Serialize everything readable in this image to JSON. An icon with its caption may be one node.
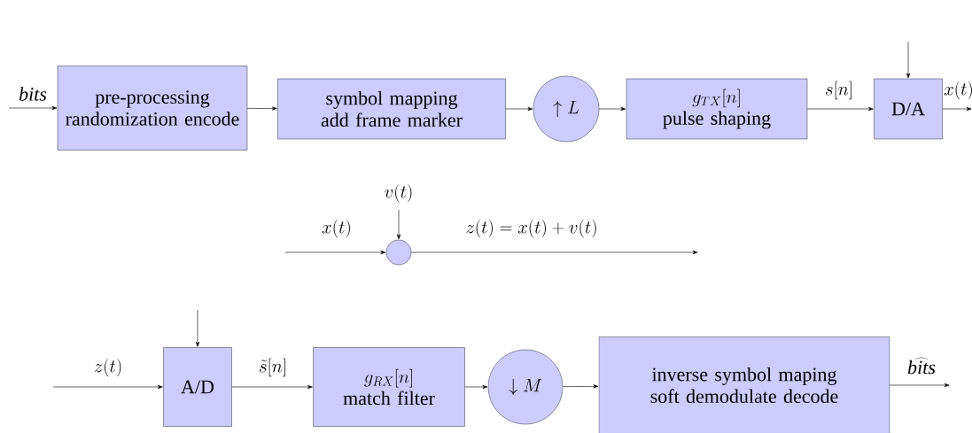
{
  "diagram": {
    "nodes": [
      {
        "text": [
          "pre-processing randomization encode"
        ]
      },
      {
        "text": [
          "symbol mapping add frame marker"
        ]
      },
      {
        "text": [
          "\\uparrow L"
        ]
      },
      {
        "text": [
          "g_{TX}[n]",
          "pulse shaping"
        ]
      },
      {
        "text": [
          "D/A"
        ]
      },
      {
        "text": [],
        "shape": "circle"
      },
      {
        "text": [
          "A/D"
        ]
      },
      {
        "text": [
          "g_{RX}[n]",
          "match filter"
        ]
      },
      {
        "text": [
          "\\downarrow M"
        ]
      },
      {
        "text": [
          "inverse symbol maping soft demodulate decode"
        ]
      }
    ],
    "edges": [
      {
        "from": null,
        "to": 0,
        "arrow": "to",
        "label": "\\mathit{bits}"
      },
      {
        "from": 0,
        "to": 1,
        "arrow": "to"
      },
      {
        "from": 1,
        "to": 2,
        "arrow": "to"
      },
      {
        "from": 2,
        "to": 3,
        "arrow": "to"
      },
      {
        "from": 3,
        "to": 4,
        "arrow": "to",
        "label": "s[n]"
      },
      {
        "from": 4,
        "to": null,
        "arrow": "to",
        "label": "x(t)"
      },
      {
        "from": null,
        "to": 4,
        "arrow": "to"
      },
      {
        "from": null,
        "to": 5,
        "arrow": "to",
        "label": "x(t)"
      },
      {
        "from": null,
        "to": 5,
        "arrow": "to",
        "label": "v(t)"
      },
      {
        "from": 5,
        "to": null,
        "arrow": "to",
        "label": "z(t) = x(t) + v(t)"
      },
      {
        "from": null,
        "to": 6,
        "arrow": "to",
        "label": "z(t)"
      },
      {
        "from": null,
        "to": 6,
        "arrow": "to"
      },
      {
        "from": 6,
        "to": 7,
        "arrow": "to",
        "label": "\\tilde{s}[n]"
      },
      {
        "from": 7,
        "to": 8,
        "arrow": "to"
      },
      {
        "from": 8,
        "to": 9,
        "arrow": "to"
      },
      {
        "from": 9,
        "to": null,
        "arrow": "to",
        "label": "\\widehat{\\mathit{bits}}"
      }
    ]
  }
}
